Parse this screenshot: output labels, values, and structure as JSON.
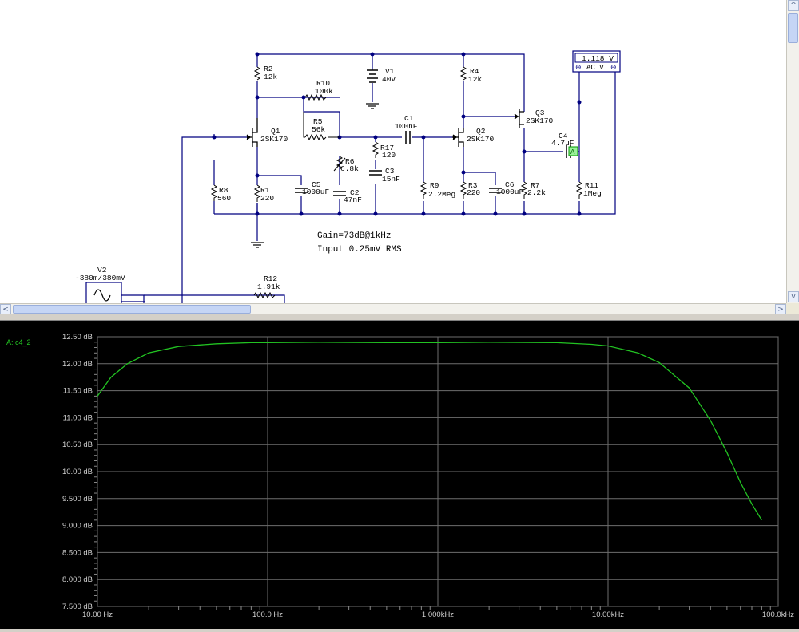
{
  "schematic": {
    "components": [
      {
        "ref": "R2",
        "value": "12k"
      },
      {
        "ref": "V1",
        "value": "40V"
      },
      {
        "ref": "R4",
        "value": "12k"
      },
      {
        "ref": "R10",
        "value": "100k"
      },
      {
        "ref": "R5",
        "value": "56k"
      },
      {
        "ref": "C1",
        "value": "100nF"
      },
      {
        "ref": "Q1",
        "value": "2SK170"
      },
      {
        "ref": "Q2",
        "value": "2SK170"
      },
      {
        "ref": "Q3",
        "value": "2SK170"
      },
      {
        "ref": "C4",
        "value": "4.7uF"
      },
      {
        "ref": "R17",
        "value": "120"
      },
      {
        "ref": "R6",
        "value": "6.8k"
      },
      {
        "ref": "C3",
        "value": "15nF"
      },
      {
        "ref": "R8",
        "value": "560"
      },
      {
        "ref": "R1",
        "value": "220"
      },
      {
        "ref": "C5",
        "value": "1000uF"
      },
      {
        "ref": "C2",
        "value": "47nF"
      },
      {
        "ref": "R9",
        "value": "2.2Meg"
      },
      {
        "ref": "R3",
        "value": "220"
      },
      {
        "ref": "C6",
        "value": "1000uF"
      },
      {
        "ref": "R7",
        "value": "2.2k"
      },
      {
        "ref": "R11",
        "value": "1Meg"
      },
      {
        "ref": "V2",
        "value": "-380m/380mV"
      },
      {
        "ref": "R12",
        "value": "1.91k"
      }
    ],
    "notes": [
      "Gain=73dB@1kHz",
      "Input 0.25mV RMS"
    ],
    "meter": {
      "reading": "1.118 V",
      "mode": "AC V",
      "plus": "⊕",
      "minus": "⊖"
    },
    "probe_marker": "A"
  },
  "scrollbars": {
    "left_arrow": "<",
    "right_arrow": ">",
    "up_arrow": "^",
    "down_arrow": "v"
  },
  "chart_data": {
    "type": "line",
    "trace_label": "A: c4_2",
    "x_scale": "log",
    "xlim": [
      10,
      100000
    ],
    "x_ticks": [
      "10.00 Hz",
      "100.0 Hz",
      "1.000kHz",
      "10.00kHz",
      "100.0kHz"
    ],
    "ylim": [
      7.5,
      12.5
    ],
    "y_ticks": [
      "12.50 dB",
      "12.00 dB",
      "11.50 dB",
      "11.00 dB",
      "10.50 dB",
      "10.00 dB",
      "9.500 dB",
      "9.000 dB",
      "8.500 dB",
      "8.000 dB",
      "7.500 dB"
    ],
    "grid": true,
    "line_color": "#22c322",
    "background": "#000000",
    "series": [
      {
        "x": [
          10,
          12,
          15,
          20,
          30,
          50,
          80,
          100,
          200,
          500,
          1000,
          2000,
          5000,
          8000,
          10000,
          15000,
          20000,
          30000,
          40000,
          50000,
          60000,
          70000,
          80000
        ],
        "y": [
          11.4,
          11.75,
          12.0,
          12.2,
          12.32,
          12.37,
          12.39,
          12.39,
          12.4,
          12.39,
          12.39,
          12.4,
          12.39,
          12.36,
          12.33,
          12.2,
          12.02,
          11.55,
          10.95,
          10.35,
          9.8,
          9.4,
          9.1
        ]
      }
    ]
  }
}
